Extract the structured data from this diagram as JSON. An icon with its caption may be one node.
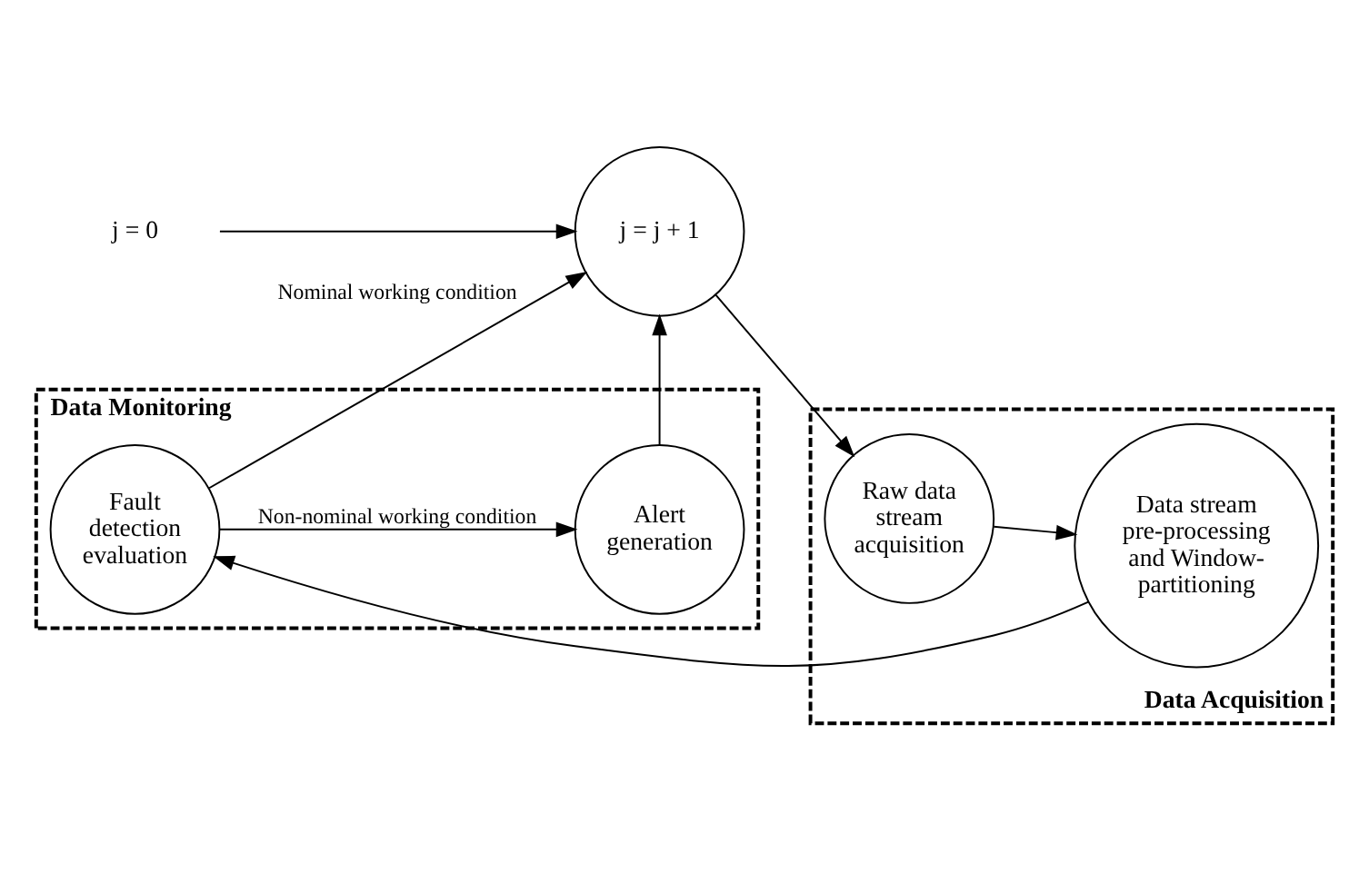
{
  "diagram": {
    "nodes": [
      {
        "text": [
          "j = 0"
        ]
      },
      {
        "text": [
          "j = j + 1"
        ]
      },
      {
        "text": [
          "Data Acquisition"
        ]
      },
      {
        "text": [
          "Raw data stream acquisition"
        ],
        "in": 2
      },
      {
        "text": [
          "Data stream pre-processing and Window-partitioning"
        ],
        "in": 2
      },
      {
        "text": [
          "Data Monitoring"
        ]
      },
      {
        "text": [
          "Fault detection evaluation"
        ],
        "in": 5
      },
      {
        "text": [
          "Alert generation"
        ],
        "in": 5
      }
    ],
    "edges": [
      {
        "from": 0,
        "to": 1,
        "arrow": "to"
      },
      {
        "from": 1,
        "to": 3,
        "arrow": "to"
      },
      {
        "from": 3,
        "to": 4,
        "arrow": "to"
      },
      {
        "from": 4,
        "to": 6,
        "arrow": "to"
      },
      {
        "from": 6,
        "to": 1,
        "arrow": "to",
        "label": "Nominal working condition"
      },
      {
        "from": 6,
        "to": 7,
        "arrow": "to",
        "label": "Non-nominal working condition"
      },
      {
        "from": 7,
        "to": 1,
        "arrow": "to"
      }
    ]
  }
}
